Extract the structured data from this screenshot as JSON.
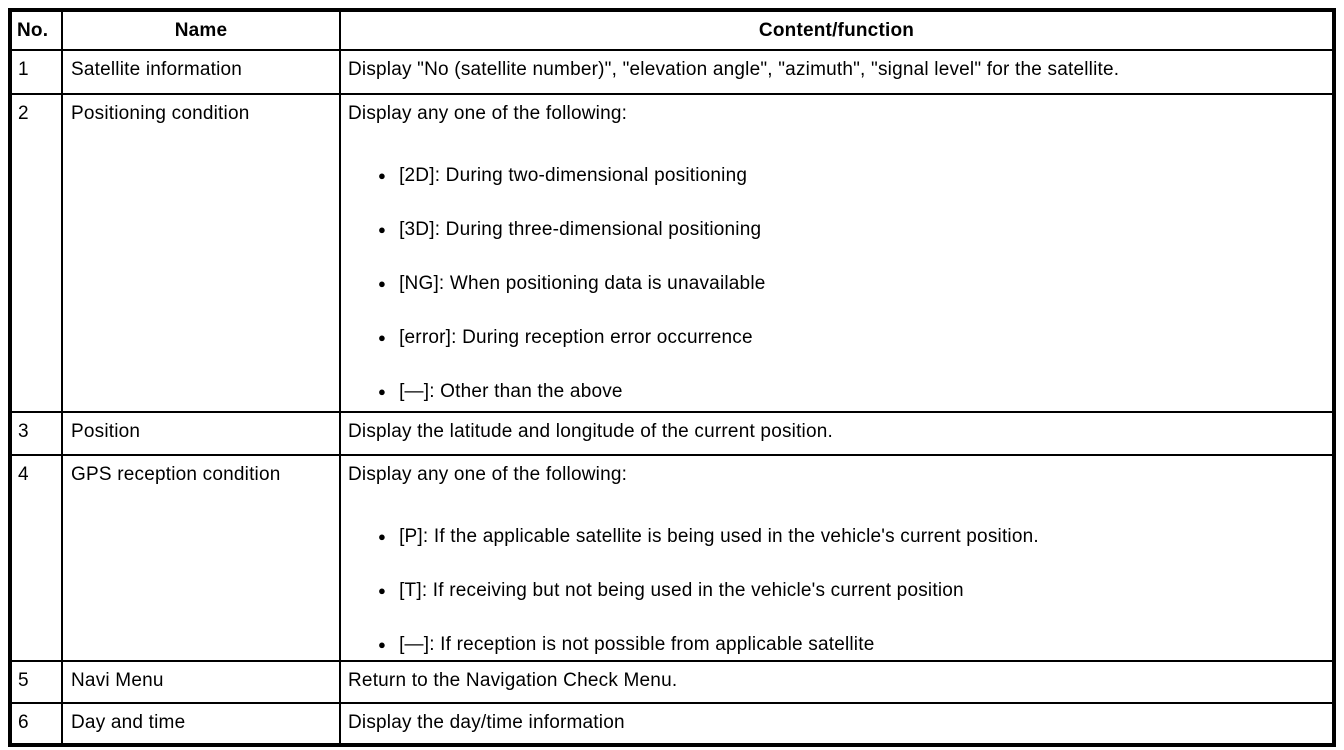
{
  "table": {
    "bullet_glyph": "●",
    "headers": [
      "No.",
      "Name",
      "Content/function"
    ],
    "rows": [
      {
        "no": "1",
        "name": "Satellite information",
        "intro": "Display \"No (satellite number)\", \"elevation angle\", \"azimuth\", \"signal level\" for the satellite.",
        "bullets": []
      },
      {
        "no": "2",
        "name": "Positioning condition",
        "intro": "Display any one of the following:",
        "bullets": [
          "[2D]: During two-dimensional positioning",
          "[3D]: During three-dimensional positioning",
          "[NG]: When positioning data is unavailable",
          "[error]: During reception error occurrence",
          "[—]: Other than the above"
        ]
      },
      {
        "no": "3",
        "name": "Position",
        "intro": "Display the latitude and longitude of the current position.",
        "bullets": []
      },
      {
        "no": "4",
        "name": "GPS reception condition",
        "intro": "Display any one of the following:",
        "bullets": [
          "[P]: If the applicable satellite is being used in the vehicle's current position.",
          "[T]: If receiving but not being used in the vehicle's current position",
          "[—]: If reception is not possible from applicable satellite"
        ]
      },
      {
        "no": "5",
        "name": "Navi Menu",
        "intro": "Return to the Navigation Check Menu.",
        "bullets": []
      },
      {
        "no": "6",
        "name": "Day and time",
        "intro": "Display the day/time information",
        "bullets": []
      }
    ]
  }
}
